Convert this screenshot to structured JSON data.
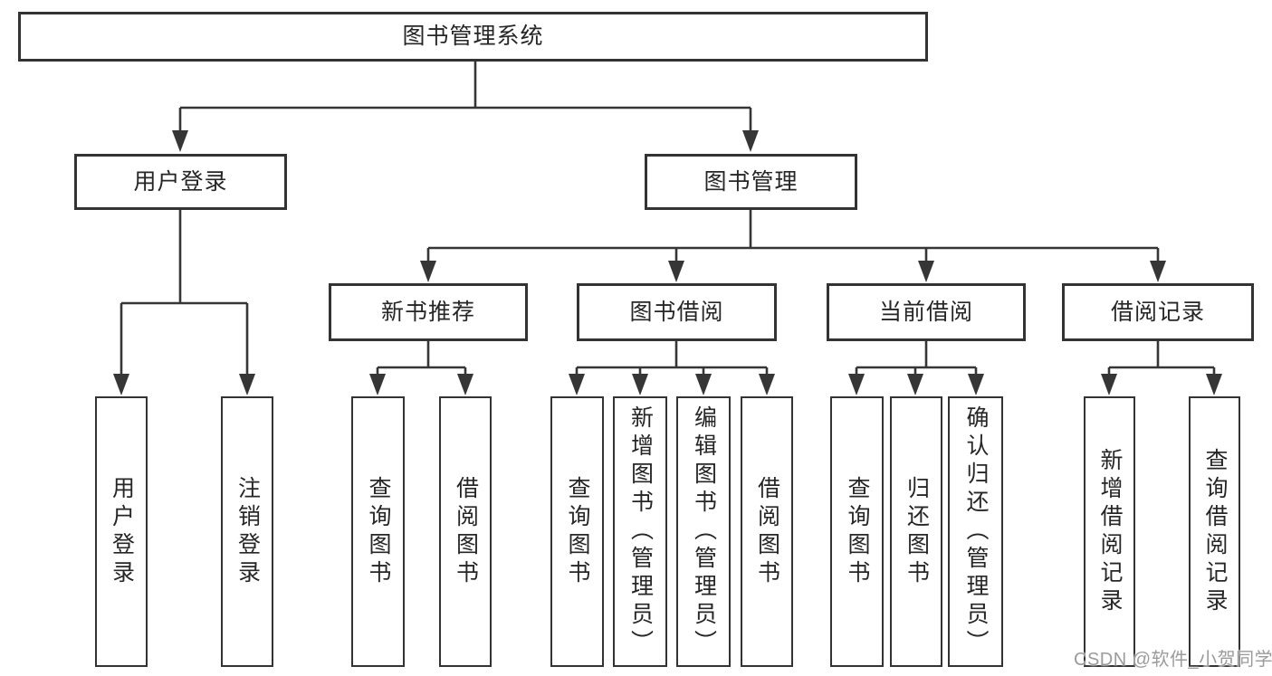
{
  "diagram": {
    "title": "图书管理系统",
    "tree": {
      "root": {
        "label": "图书管理系统",
        "children": [
          {
            "label": "用户登录",
            "children": [
              {
                "label": "用户登录"
              },
              {
                "label": "注销登录"
              }
            ]
          },
          {
            "label": "图书管理",
            "children": [
              {
                "label": "新书推荐",
                "children": [
                  {
                    "label": "查询图书"
                  },
                  {
                    "label": "借阅图书"
                  }
                ]
              },
              {
                "label": "图书借阅",
                "children": [
                  {
                    "label": "查询图书"
                  },
                  {
                    "label": "新增图书（管理员）"
                  },
                  {
                    "label": "编辑图书（管理员）"
                  },
                  {
                    "label": "借阅图书"
                  }
                ]
              },
              {
                "label": "当前借阅",
                "children": [
                  {
                    "label": "查询图书"
                  },
                  {
                    "label": "归还图书"
                  },
                  {
                    "label": "确认归还（管理员）"
                  }
                ]
              },
              {
                "label": "借阅记录",
                "children": [
                  {
                    "label": "新增借阅记录"
                  },
                  {
                    "label": "查询借阅记录"
                  }
                ]
              }
            ]
          }
        ]
      }
    },
    "colors": {
      "box_border": "#333333",
      "connector": "#363636",
      "text": "#262626",
      "background": "#ffffff",
      "watermark_text_color": "#9b9b9b"
    }
  },
  "watermark": {
    "text": "CSDN @软件_小贺同学"
  }
}
